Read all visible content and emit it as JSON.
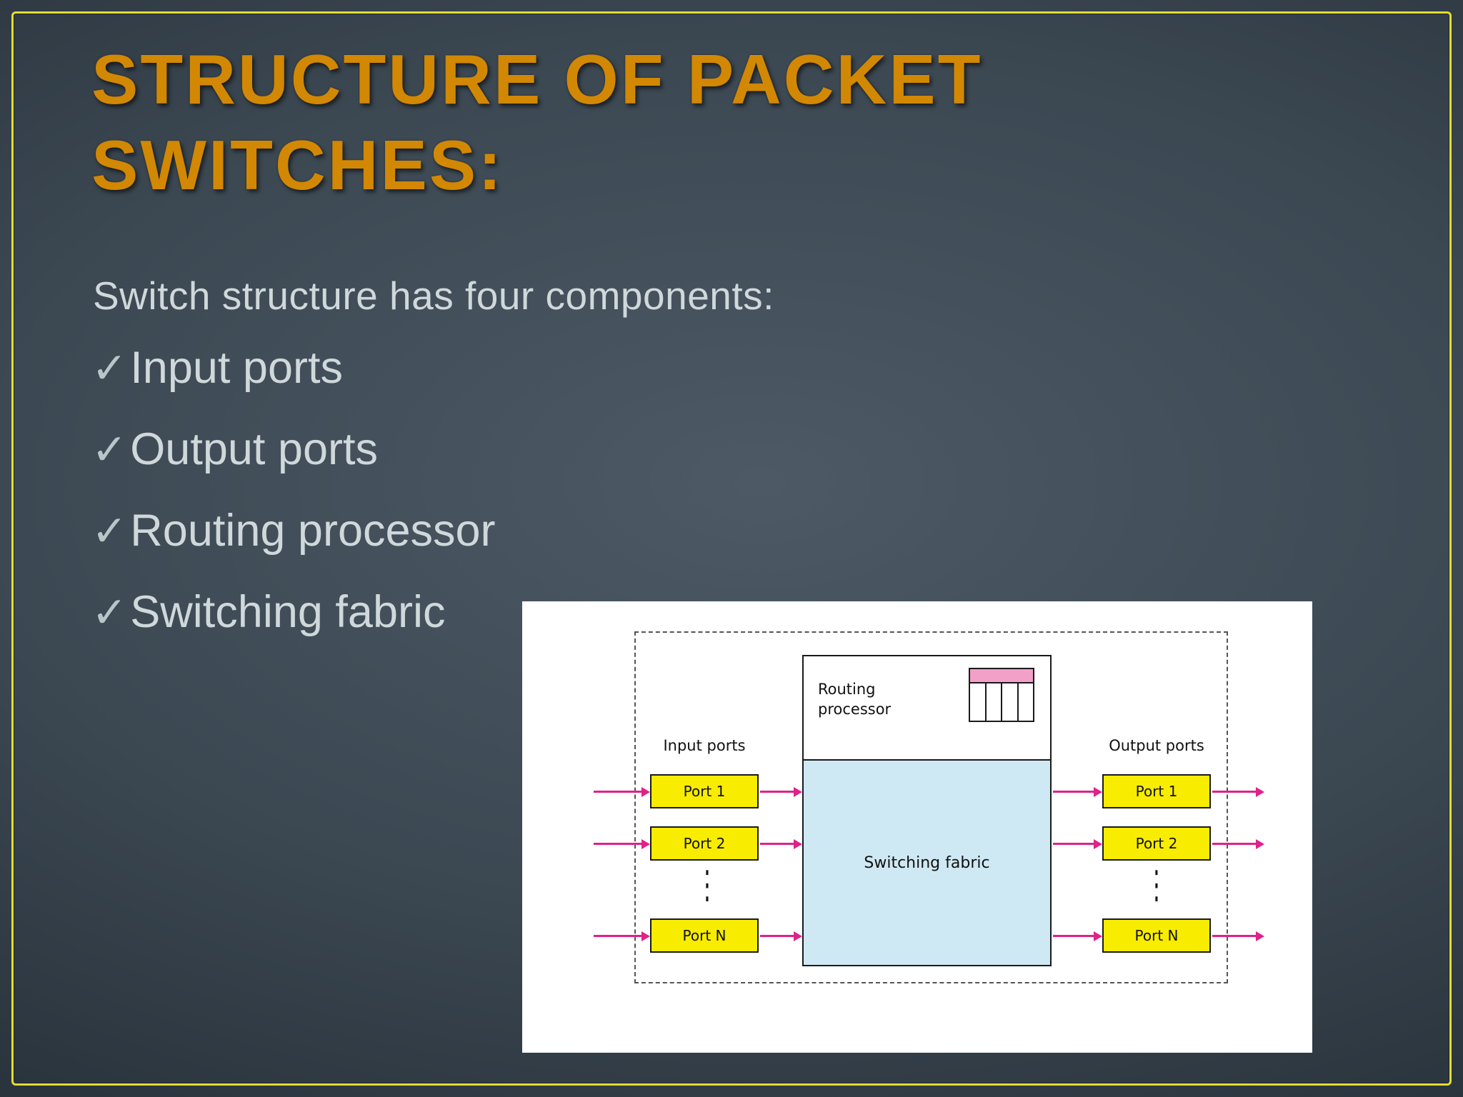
{
  "slide": {
    "title_line1": "STRUCTURE OF PACKET",
    "title_line2": "SWITCHES:",
    "intro": "Switch structure has four components:",
    "check_mark": "✓",
    "bullets": [
      "Input ports",
      "Output ports",
      "Routing processor",
      "Switching fabric"
    ]
  },
  "diagram": {
    "input_ports_label": "Input ports",
    "output_ports_label": "Output ports",
    "routing_processor_label": "Routing processor",
    "switching_fabric_label": "Switching fabric",
    "ports": [
      "Port 1",
      "Port 2",
      "Port N"
    ],
    "dots": "⋮"
  },
  "colors": {
    "title": "#d28803",
    "body_text": "#cfd8da",
    "frame": "#e3dc35",
    "arrow": "#e0218a",
    "port_fill": "#f8ec00",
    "fabric_fill": "#cfe9f4",
    "table_header_fill": "#f2a0c8"
  }
}
